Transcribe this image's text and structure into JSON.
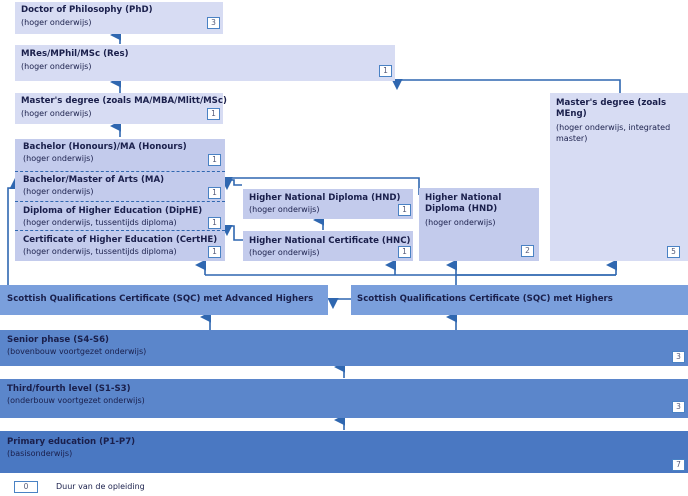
{
  "boxes": {
    "phd": {
      "title": "Doctor of Philosophy (PhD)",
      "sub": "(hoger onderwijs)",
      "duration": "3"
    },
    "mres": {
      "title": "MRes/MPhil/MSc (Res)",
      "sub": "(hoger onderwijs)",
      "duration": "1"
    },
    "masters": {
      "title": "Master's degree (zoals MA/MBA/Mlitt/MSc)",
      "sub": "(hoger onderwijs)",
      "duration": "1"
    },
    "honours": {
      "title": "Bachelor (Honours)/MA (Honours)",
      "sub": "(hoger onderwijs)",
      "duration": "1"
    },
    "bachelor": {
      "title": "Bachelor/Master of Arts (MA)",
      "sub": "(hoger onderwijs)",
      "duration": "1"
    },
    "diphe": {
      "title": "Diploma of Higher Education (DipHE)",
      "sub": "(hoger onderwijs, tussentijds diploma)",
      "duration": "1"
    },
    "certhe": {
      "title": "Certificate of Higher Education (CertHE)",
      "sub": "(hoger onderwijs, tussentijds diploma)",
      "duration": "1"
    },
    "hnd": {
      "title": "Higher National Diploma (HND)",
      "sub": "(hoger onderwijs)",
      "duration": "1"
    },
    "hnc": {
      "title": "Higher National Certificate (HNC)",
      "sub": "(hoger onderwijs)",
      "duration": "1"
    },
    "hnd2": {
      "title": "Higher National Diploma (HND)",
      "sub": "(hoger onderwijs)",
      "duration": "2"
    },
    "meng": {
      "title": "Master's degree (zoals MEng)",
      "sub": "(hoger onderwijs, integrated master)",
      "duration": "5"
    },
    "sqc_adv": {
      "title": "Scottish Qualifications Certificate (SQC) met Advanced Highers"
    },
    "sqc_high": {
      "title": "Scottish Qualifications Certificate (SQC) met Highers"
    },
    "senior": {
      "title": "Senior phase (S4-S6)",
      "sub": "(bovenbouw voortgezet onderwijs)",
      "duration": "3"
    },
    "third": {
      "title": "Third/fourth level (S1-S3)",
      "sub": "(onderbouw voortgezet onderwijs)",
      "duration": "3"
    },
    "primary": {
      "title": "Primary education (P1-P7)",
      "sub": "(basisonderwijs)",
      "duration": "7"
    }
  },
  "legend": {
    "sample": "0",
    "label": "Duur van de opleiding"
  },
  "colors": {
    "arrow": "#2f67b0",
    "pale": "#d7dcf3",
    "lavender": "#c3cbec",
    "mid": "#7a9fdc",
    "blue": "#5b86cb",
    "deep": "#4a78c2"
  }
}
